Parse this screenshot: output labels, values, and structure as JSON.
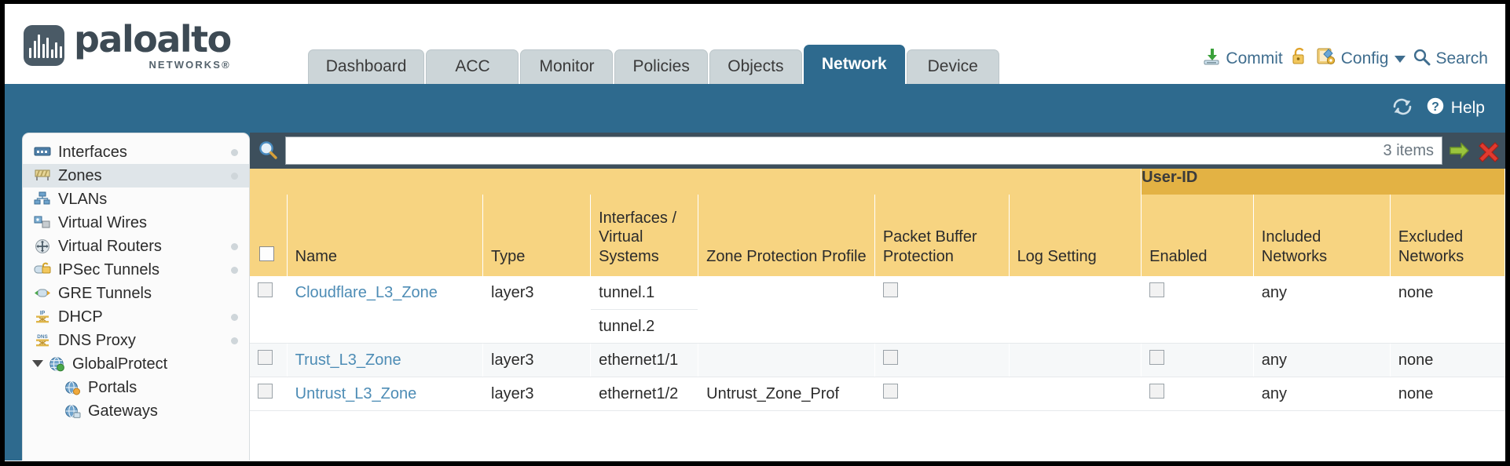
{
  "brand": {
    "name": "paloalto",
    "tagline": "NETWORKS®"
  },
  "nav": {
    "tabs": [
      {
        "label": "Dashboard",
        "active": false
      },
      {
        "label": "ACC",
        "active": false
      },
      {
        "label": "Monitor",
        "active": false
      },
      {
        "label": "Policies",
        "active": false
      },
      {
        "label": "Objects",
        "active": false
      },
      {
        "label": "Network",
        "active": true
      },
      {
        "label": "Device",
        "active": false
      }
    ]
  },
  "topright": {
    "commit": "Commit",
    "config": "Config",
    "search": "Search",
    "lock_icon": "lock-icon",
    "commit_icon": "commit-icon",
    "config_icon": "config-icon",
    "search_icon": "search-icon"
  },
  "blueband": {
    "refresh_icon": "refresh-icon",
    "help": "Help",
    "help_icon": "help-icon"
  },
  "sidebar": {
    "items": [
      {
        "label": "Interfaces",
        "icon": "interfaces-icon",
        "selected": false,
        "dot": true,
        "child": false,
        "expander": false
      },
      {
        "label": "Zones",
        "icon": "zones-icon",
        "selected": true,
        "dot": true,
        "child": false,
        "expander": false
      },
      {
        "label": "VLANs",
        "icon": "vlans-icon",
        "selected": false,
        "dot": false,
        "child": false,
        "expander": false
      },
      {
        "label": "Virtual Wires",
        "icon": "virtual-wires-icon",
        "selected": false,
        "dot": false,
        "child": false,
        "expander": false
      },
      {
        "label": "Virtual Routers",
        "icon": "virtual-routers-icon",
        "selected": false,
        "dot": true,
        "child": false,
        "expander": false
      },
      {
        "label": "IPSec Tunnels",
        "icon": "ipsec-tunnels-icon",
        "selected": false,
        "dot": true,
        "child": false,
        "expander": false
      },
      {
        "label": "GRE Tunnels",
        "icon": "gre-tunnels-icon",
        "selected": false,
        "dot": false,
        "child": false,
        "expander": false
      },
      {
        "label": "DHCP",
        "icon": "dhcp-icon",
        "selected": false,
        "dot": true,
        "child": false,
        "expander": false
      },
      {
        "label": "DNS Proxy",
        "icon": "dns-proxy-icon",
        "selected": false,
        "dot": true,
        "child": false,
        "expander": false
      },
      {
        "label": "GlobalProtect",
        "icon": "globalprotect-icon",
        "selected": false,
        "dot": false,
        "child": false,
        "expander": true
      },
      {
        "label": "Portals",
        "icon": "portals-icon",
        "selected": false,
        "dot": false,
        "child": true,
        "expander": false
      },
      {
        "label": "Gateways",
        "icon": "gateways-icon",
        "selected": false,
        "dot": false,
        "child": true,
        "expander": false
      }
    ]
  },
  "toolbar": {
    "search_placeholder": "",
    "search_value": "",
    "items_count": "3 items",
    "apply_icon": "apply-filter-icon",
    "clear_icon": "clear-filter-icon",
    "search_icon": "search-icon"
  },
  "table": {
    "group_header": "User-ID",
    "columns": [
      "Name",
      "Type",
      "Interfaces / Virtual Systems",
      "Zone Protection Profile",
      "Packet Buffer Protection",
      "Log Setting",
      "Enabled",
      "Included Networks",
      "Excluded Networks"
    ],
    "rows": [
      {
        "name": "Cloudflare_L3_Zone",
        "type": "layer3",
        "interfaces": [
          "tunnel.1",
          "tunnel.2"
        ],
        "zone_protection_profile": "",
        "packet_buffer_protection": false,
        "log_setting": "",
        "userid_enabled": false,
        "included_networks": "any",
        "excluded_networks": "none"
      },
      {
        "name": "Trust_L3_Zone",
        "type": "layer3",
        "interfaces": [
          "ethernet1/1"
        ],
        "zone_protection_profile": "",
        "packet_buffer_protection": false,
        "log_setting": "",
        "userid_enabled": false,
        "included_networks": "any",
        "excluded_networks": "none"
      },
      {
        "name": "Untrust_L3_Zone",
        "type": "layer3",
        "interfaces": [
          "ethernet1/2"
        ],
        "zone_protection_profile": "Untrust_Zone_Prof",
        "packet_buffer_protection": false,
        "log_setting": "",
        "userid_enabled": false,
        "included_networks": "any",
        "excluded_networks": "none"
      }
    ]
  },
  "colors": {
    "header_band": "#3d4f5c",
    "accent_blue": "#2e6a8e",
    "table_header": "#f7d481",
    "group_header": "#e3b244",
    "link": "#4d8cb5"
  }
}
